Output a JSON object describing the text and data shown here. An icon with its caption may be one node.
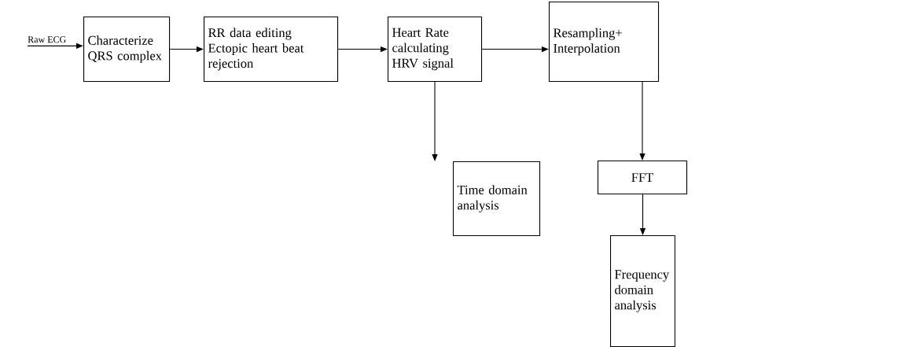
{
  "diagram": {
    "nodes": [
      {
        "text": [
          "Raw ECG"
        ]
      },
      {
        "text": [
          "Characterize QRS complex"
        ]
      },
      {
        "text": [
          "RR data editing Ectopic heart beat rejection"
        ]
      },
      {
        "text": [
          "Heart Rate calculating HRV signal"
        ]
      },
      {
        "text": [
          "Resampling+ Interpolation"
        ]
      },
      {
        "text": [
          "Time domain analysis"
        ]
      },
      {
        "text": [
          "FFT"
        ]
      },
      {
        "text": [
          "Frequency domain analysis"
        ]
      }
    ],
    "edges": [
      {
        "from": 0,
        "to": 1,
        "arrow": "to"
      },
      {
        "from": 1,
        "to": 2,
        "arrow": "to"
      },
      {
        "from": 2,
        "to": 3,
        "arrow": "to"
      },
      {
        "from": 3,
        "to": 4,
        "arrow": "to"
      },
      {
        "from": 3,
        "to": 5,
        "arrow": "to"
      },
      {
        "from": 4,
        "to": 6,
        "arrow": "to"
      },
      {
        "from": 6,
        "to": 7,
        "arrow": "to"
      }
    ]
  }
}
